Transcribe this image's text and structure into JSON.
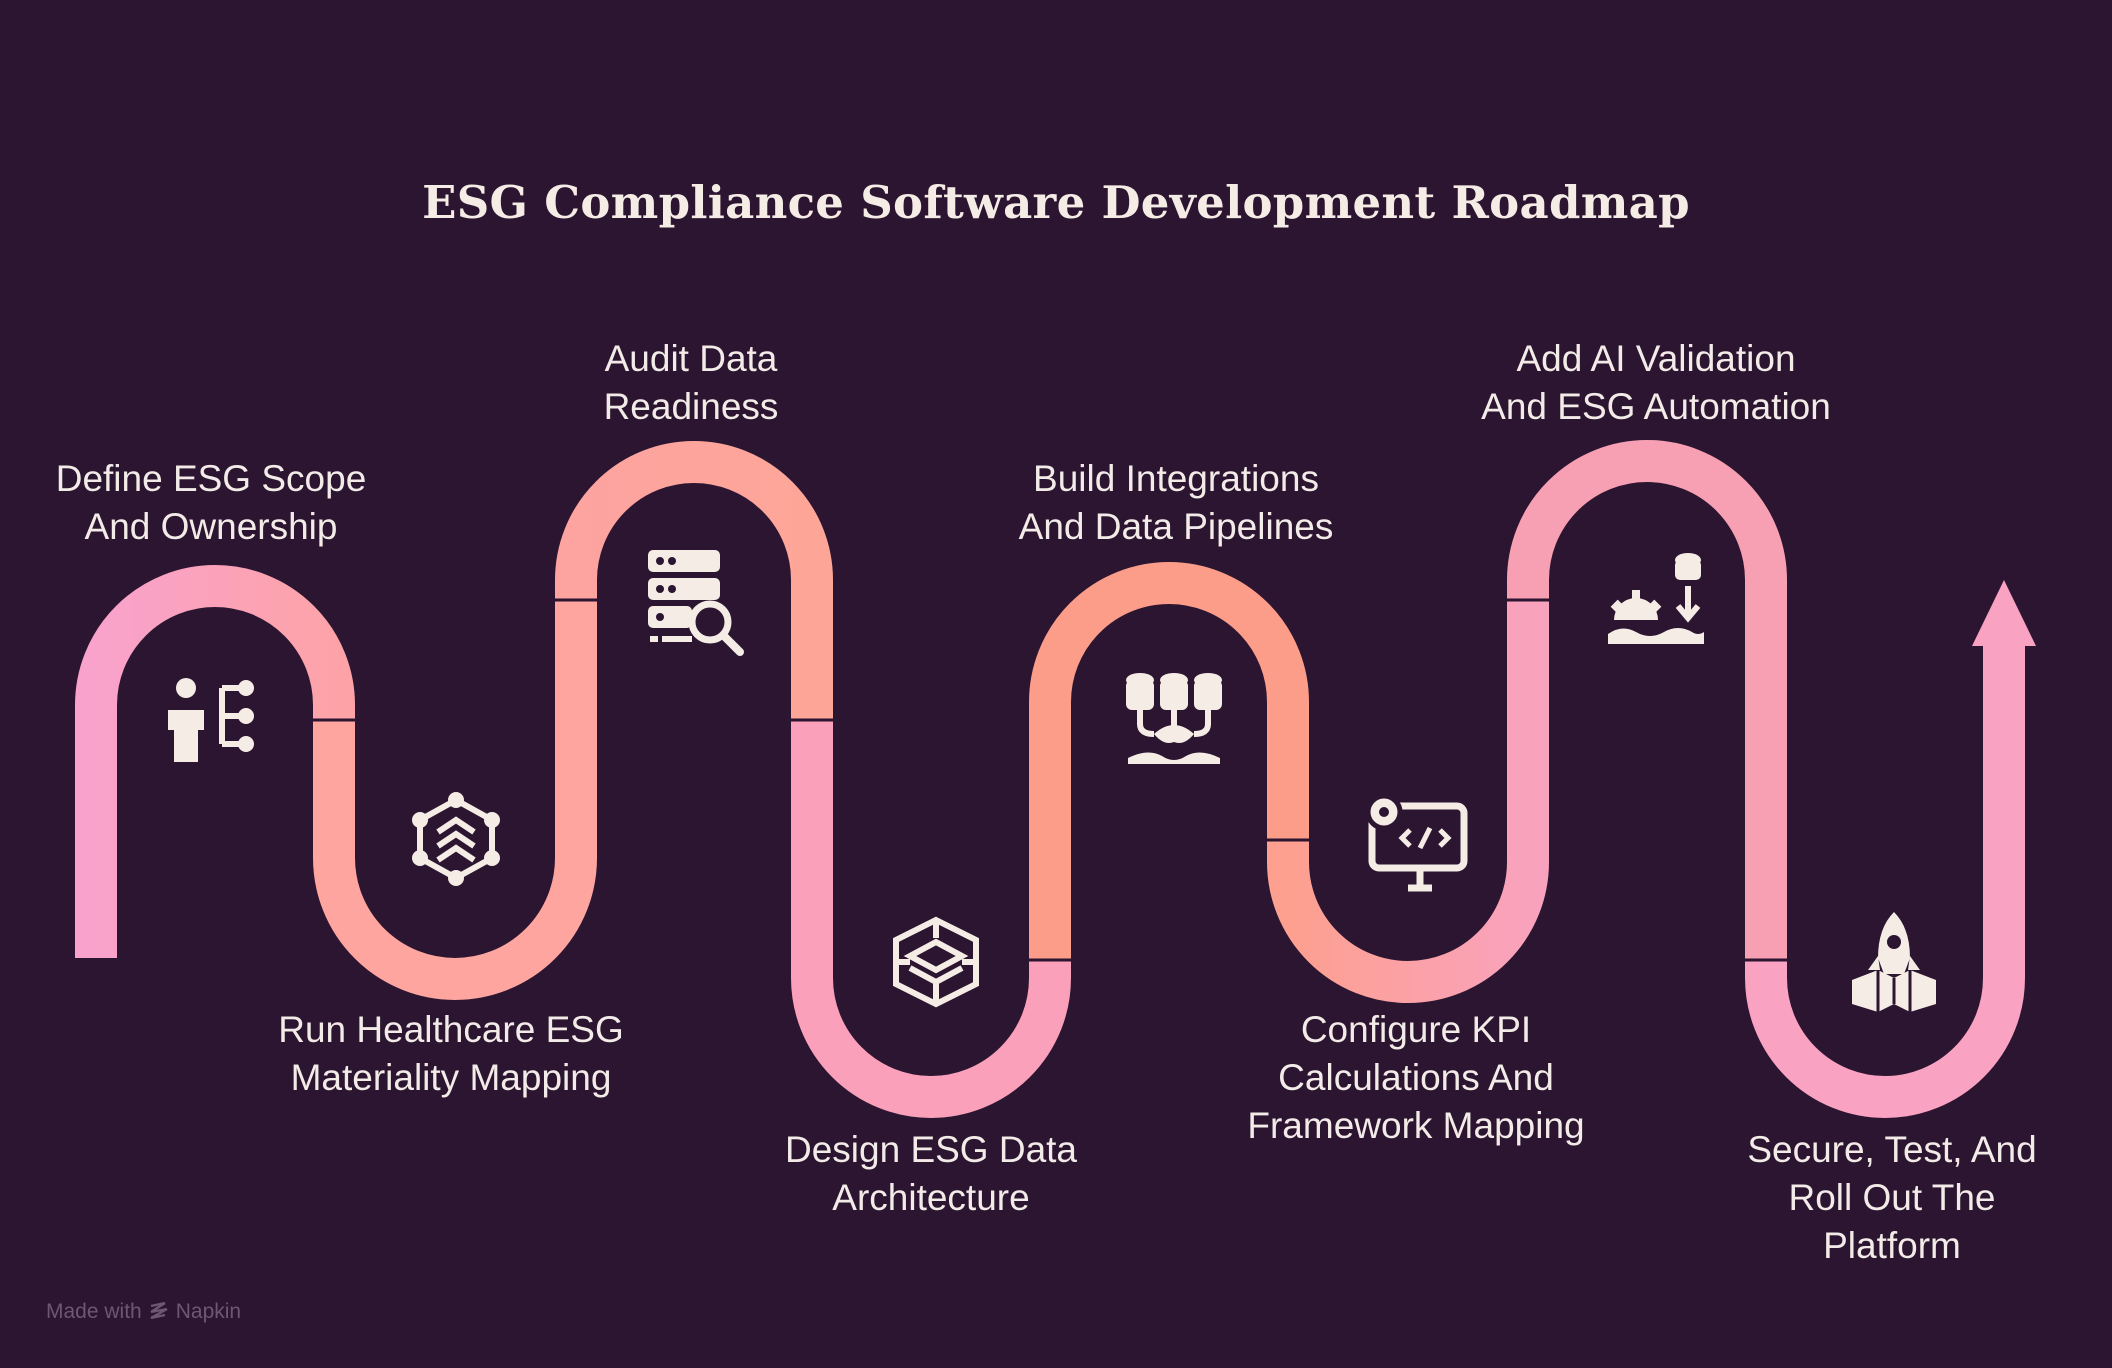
{
  "title": "ESG Compliance Software Development Roadmap",
  "colors": {
    "background": "#2b1530",
    "path_pink": "#f9a2cc",
    "path_peach": "#fda693",
    "path_salmon": "#fb9c8b",
    "icon": "#f6ece6"
  },
  "steps": [
    {
      "line1": "Define ESG Scope",
      "line2": "And Ownership",
      "line3": "",
      "icon": "person-hierarchy-icon"
    },
    {
      "line1": "Run Healthcare ESG",
      "line2": "Materiality Mapping",
      "line3": "",
      "icon": "network-layers-icon"
    },
    {
      "line1": "Audit Data",
      "line2": "Readiness",
      "line3": "",
      "icon": "server-search-icon"
    },
    {
      "line1": "Design ESG Data",
      "line2": "Architecture",
      "line3": "",
      "icon": "data-architecture-icon"
    },
    {
      "line1": "Build Integrations",
      "line2": "And Data Pipelines",
      "line3": "",
      "icon": "database-pipeline-icon"
    },
    {
      "line1": "Configure KPI",
      "line2": "Calculations And",
      "line3": "Framework Mapping",
      "icon": "code-monitor-icon"
    },
    {
      "line1": "Add AI Validation",
      "line2": "And ESG Automation",
      "line3": "",
      "icon": "database-gear-icon"
    },
    {
      "line1": "Secure, Test, And",
      "line2": "Roll Out The",
      "line3": "Platform",
      "icon": "rocket-launch-icon"
    }
  ],
  "credit": {
    "prefix": "Made with",
    "brand": "Napkin"
  }
}
